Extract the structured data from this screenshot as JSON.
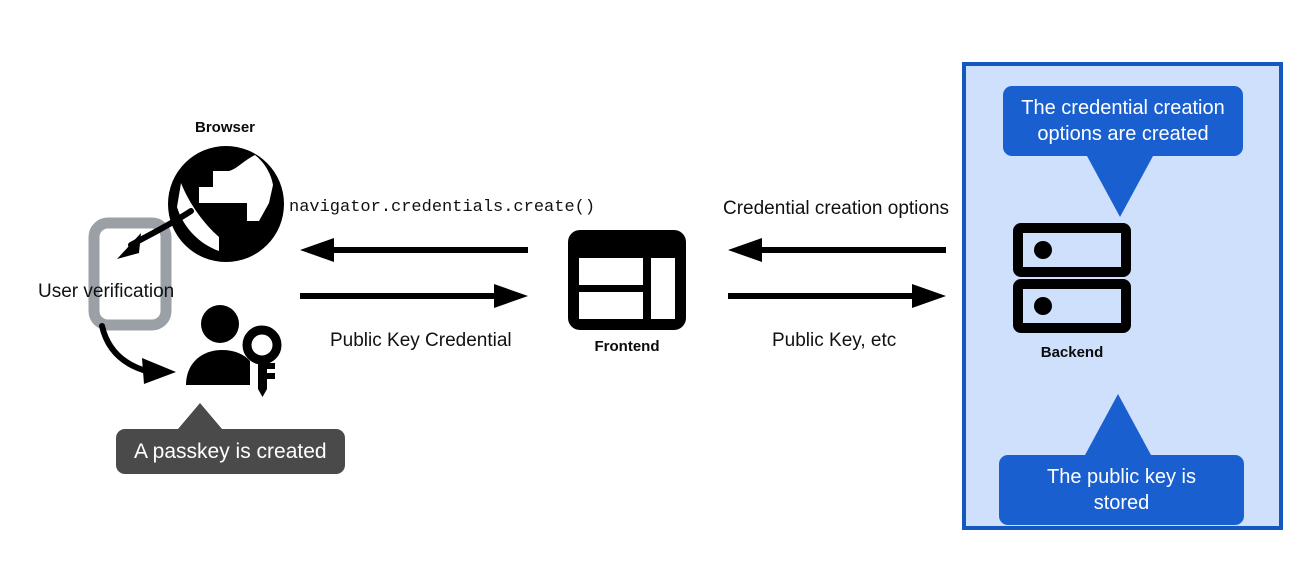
{
  "diagram": {
    "title": "WebAuthn passkey registration flow",
    "colors": {
      "panel_background": "#cfe0fc",
      "panel_border": "#1557c0",
      "callout_blue": "#1a5fd0",
      "tooltip_gray": "#4a4a4a",
      "icon_black": "#000000",
      "phone_gray": "#9aa0a6",
      "page_background": "#ffffff"
    },
    "nodes": {
      "browser": {
        "label": "Browser",
        "icon": "globe-icon"
      },
      "phone": {
        "label": "User verification",
        "icon": "smartphone-icon"
      },
      "user_key": {
        "icon": "person-with-key-icon"
      },
      "frontend": {
        "label": "Frontend",
        "icon": "dashboard-layout-icon"
      },
      "backend": {
        "label": "Backend",
        "icon": "server-rack-icon"
      }
    },
    "arrows": {
      "browser_to_frontend_in": {
        "label": "navigator.credentials.create()",
        "direction": "left",
        "style": "monospace"
      },
      "browser_to_frontend_out": {
        "label": "Public Key Credential",
        "direction": "right",
        "style": "plain"
      },
      "backend_to_frontend_in": {
        "label": "Credential creation options",
        "direction": "left",
        "style": "plain"
      },
      "frontend_to_backend_out": {
        "label": "Public Key, etc",
        "direction": "right",
        "style": "plain"
      },
      "browser_to_phone": {
        "direction": "curved-down-left"
      },
      "phone_to_user": {
        "direction": "curved-down-right"
      }
    },
    "callouts": {
      "credential_options": {
        "text": "The credential creation options are created",
        "line1": "The credential creation",
        "line2": "options are created",
        "tail": "down"
      },
      "public_key_stored": {
        "text": "The public key is stored",
        "line1": "The public key is",
        "line2": "stored",
        "tail": "up"
      },
      "passkey_created": {
        "text": "A passkey is created",
        "tail": "up"
      }
    }
  }
}
